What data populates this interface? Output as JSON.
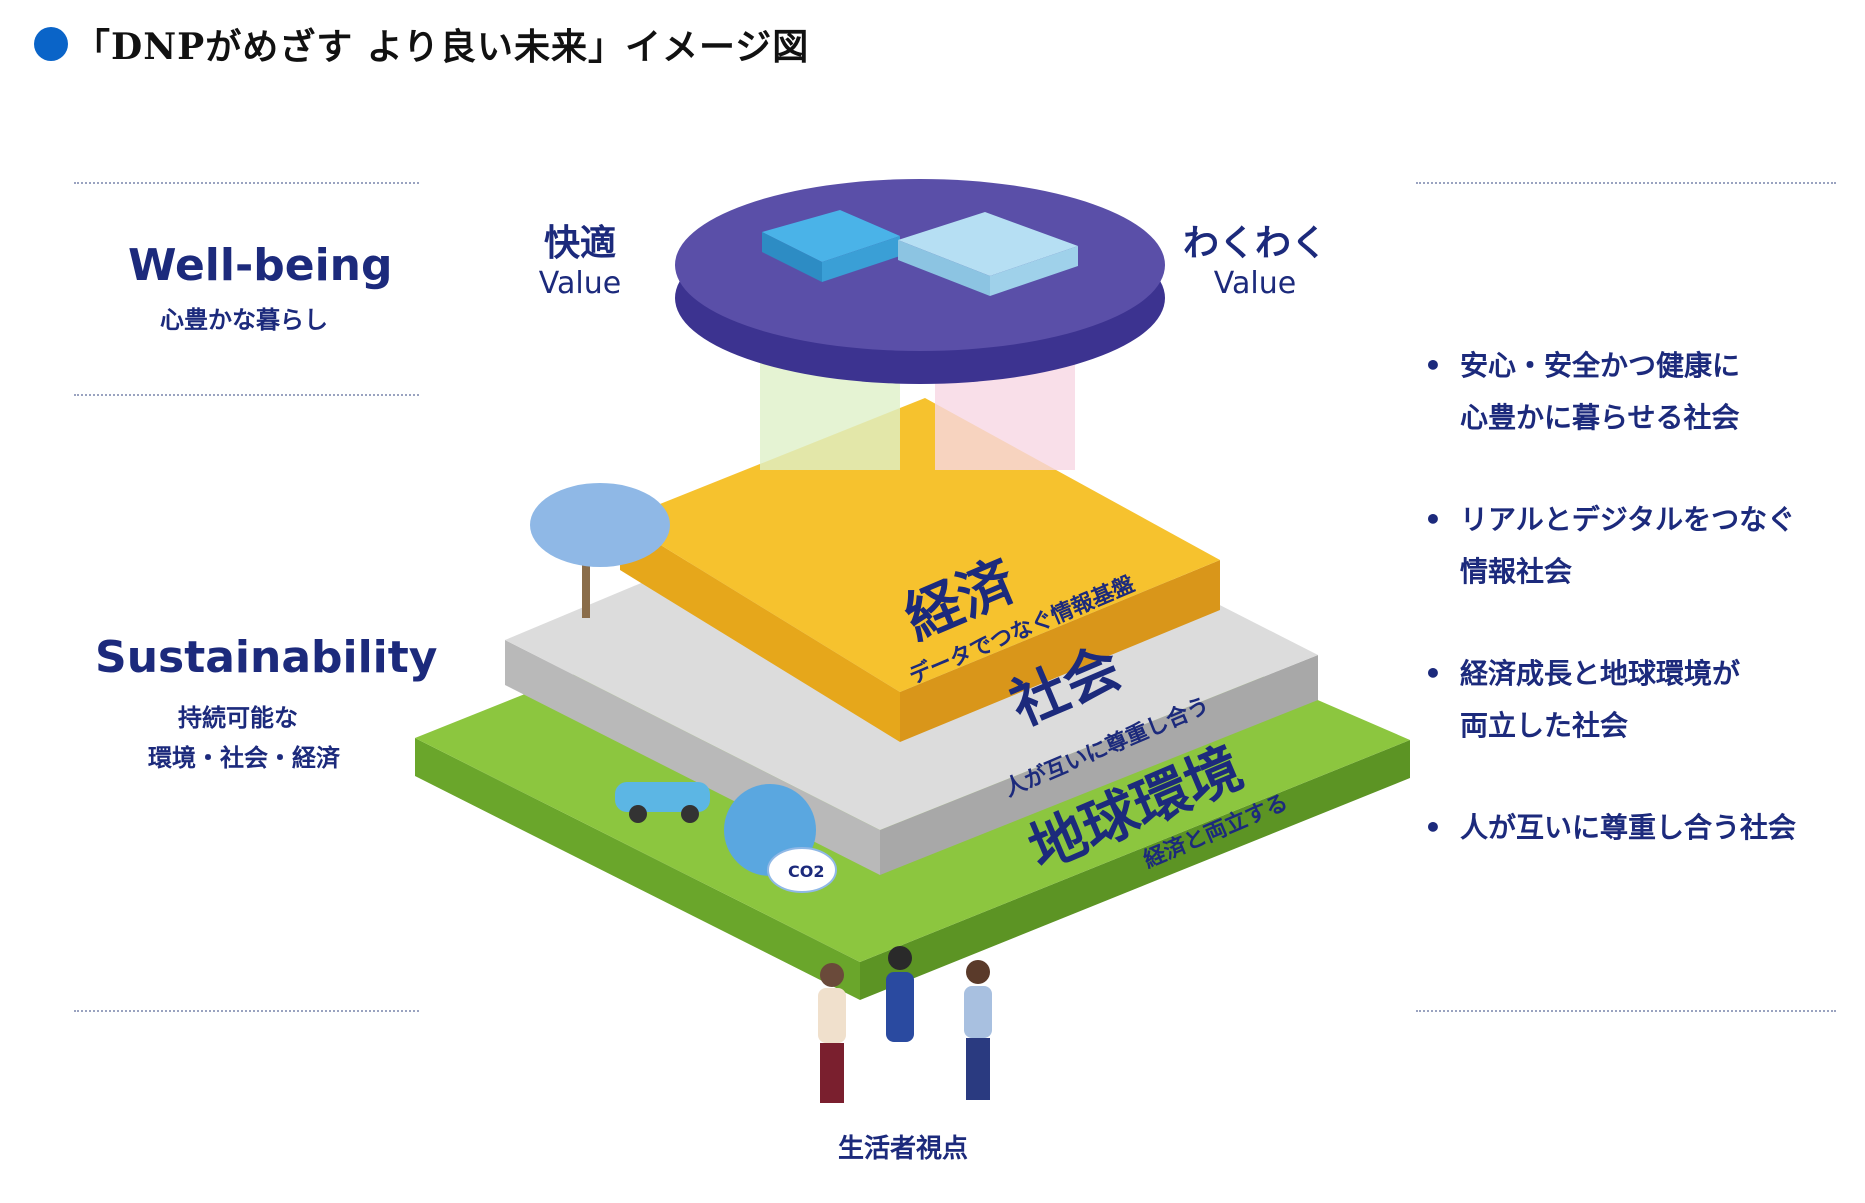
{
  "title": "「DNPがめざす より良い未来」イメージ図",
  "left": {
    "wellbeing": {
      "heading": "Well-being",
      "sub": "心豊かな暮らし"
    },
    "sustainability": {
      "heading": "Sustainability",
      "sub_line1": "持続可能な",
      "sub_line2": "環境・社会・経済"
    }
  },
  "values": [
    {
      "heading": "快適",
      "sub": "Value"
    },
    {
      "heading": "わくわく",
      "sub": "Value"
    }
  ],
  "layers": {
    "economy": {
      "label": "経済",
      "tagline": "データでつなぐ情報基盤"
    },
    "society": {
      "label": "社会",
      "tagline": "人が互いに尊重し合う"
    },
    "environment": {
      "label": "地球環境",
      "tagline": "経済と両立する"
    }
  },
  "co2_label": "CO2",
  "bottom_label": "生活者視点",
  "bullets": [
    "安心・安全かつ健康に\n心豊かに暮らせる社会",
    "リアルとデジタルをつなぐ\n情報社会",
    "経済成長と地球環境が\n両立した社会",
    "人が互いに尊重し合う社会"
  ],
  "colors": {
    "navy": "#1c2a7c",
    "title_dot": "#0a64c8",
    "top_disc": "#5a4fa8",
    "top_disc_side": "#3c3390",
    "economy": "#f6c22e",
    "economy_side": "#e6a71b",
    "society": "#dcdcdc",
    "society_side": "#b9b9b9",
    "environment": "#8cc63f",
    "environment_side": "#6aa62b"
  }
}
